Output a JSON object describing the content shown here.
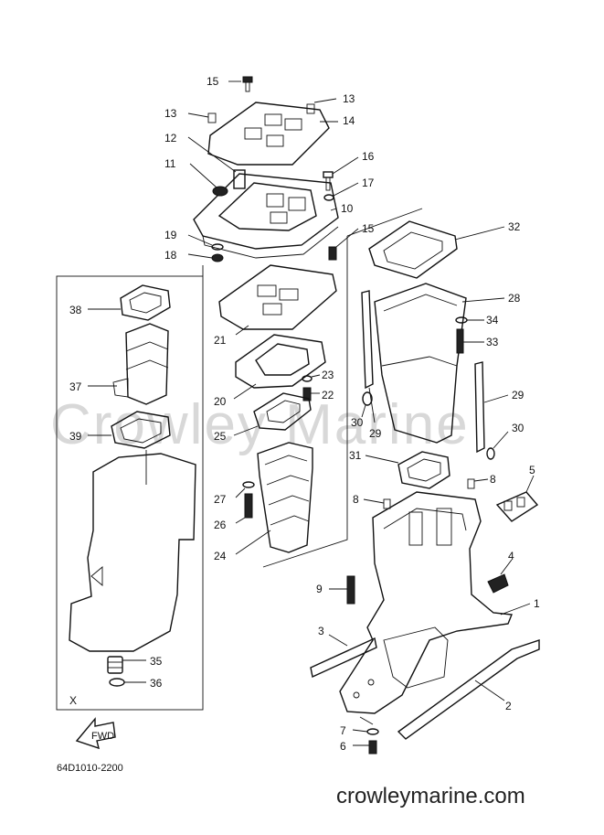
{
  "watermark": "Crowley Marine",
  "site_url": "crowleymarine.com",
  "diagram_code": "64D1010-2200",
  "fwd_label": "FWD",
  "inset_label": "X",
  "callouts": [
    "1",
    "2",
    "3",
    "4",
    "5",
    "6",
    "7",
    "8",
    "8",
    "9",
    "10",
    "11",
    "12",
    "13",
    "13",
    "14",
    "15",
    "15",
    "16",
    "17",
    "18",
    "19",
    "20",
    "21",
    "22",
    "23",
    "24",
    "25",
    "26",
    "27",
    "28",
    "29",
    "29",
    "30",
    "30",
    "31",
    "32",
    "33",
    "34",
    "35",
    "36",
    "37",
    "38",
    "39"
  ]
}
